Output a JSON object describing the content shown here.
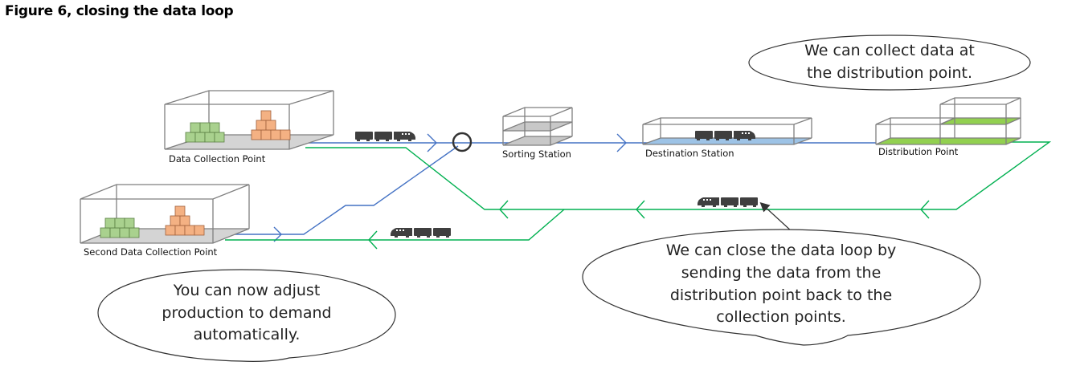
{
  "figure": {
    "title": "Figure 6, closing the data loop"
  },
  "stations": {
    "data_collection_point": "Data Collection Point",
    "second_data_collection_point": "Second Data Collection Point",
    "sorting_station": "Sorting Station",
    "destination_station": "Destination Station",
    "distribution_point": "Distribution Point"
  },
  "callouts": {
    "collect_at_distribution": [
      "We can collect data at",
      "the distribution point."
    ],
    "close_loop": [
      "We can close the data loop by",
      "sending the data from the",
      "distribution point back to the",
      "collection points."
    ],
    "adjust_production": [
      "You can now adjust",
      "production to demand",
      "automatically."
    ]
  },
  "colors": {
    "forward_line": "#4472c4",
    "return_line": "#00b050",
    "crate_green": "#a9d18e",
    "crate_orange": "#f4b183",
    "destination_floor": "#9dc3e6",
    "distribution_floor": "#92d050"
  },
  "icons": {
    "train": "train-icon",
    "junction": "junction-circle-icon",
    "arrow": "pointer-arrow-icon"
  }
}
